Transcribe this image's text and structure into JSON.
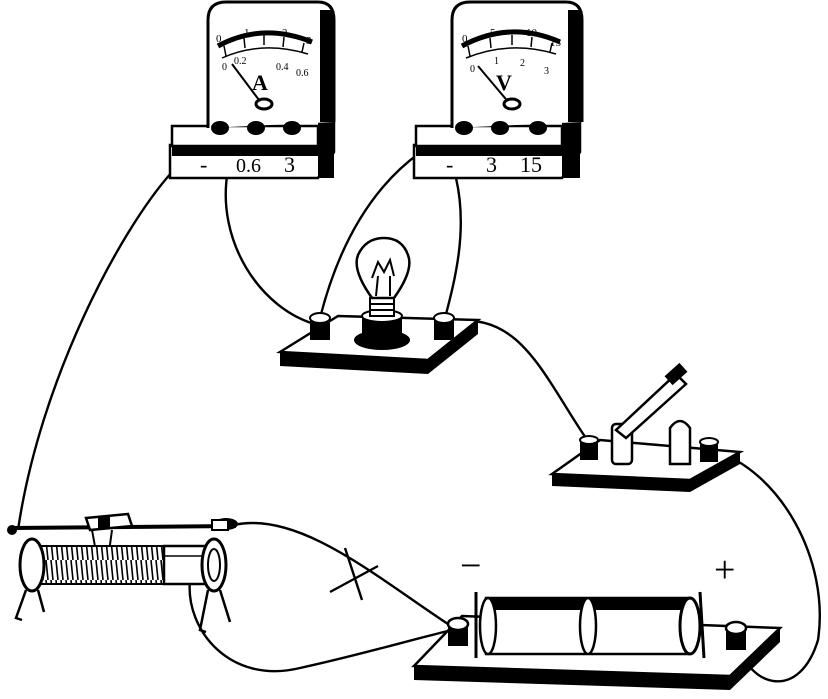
{
  "ammeter": {
    "symbol": "A",
    "scale_top": [
      "0",
      "1",
      "2",
      "3"
    ],
    "scale_bottom": [
      "0",
      "0.2",
      "0.4",
      "0.6"
    ],
    "terminals": [
      "-",
      "0.6",
      "3"
    ]
  },
  "voltmeter": {
    "symbol": "V",
    "scale_top": [
      "0",
      "5",
      "10",
      "15"
    ],
    "scale_bottom": [
      "0",
      "1",
      "2",
      "3"
    ],
    "terminals": [
      "-",
      "3",
      "15"
    ]
  },
  "battery": {
    "negative": "−",
    "positive": "+"
  },
  "colors": {
    "ink": "#000000",
    "paper": "#ffffff"
  }
}
